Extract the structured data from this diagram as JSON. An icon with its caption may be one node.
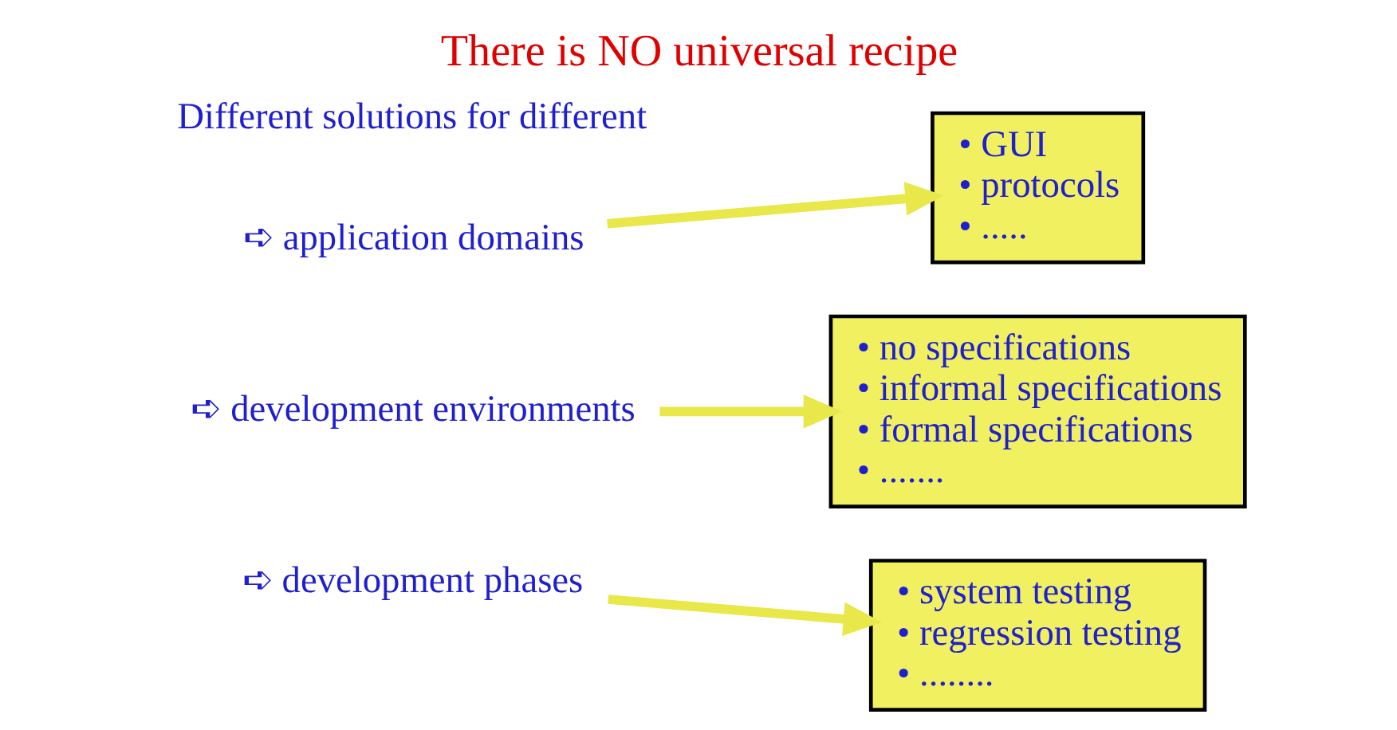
{
  "diagram": {
    "title": "There is NO universal recipe",
    "nodes": [
      {
        "text": [
          "➪ application domains"
        ]
      },
      {
        "text": [
          "➪ development environments"
        ]
      },
      {
        "text": [
          "➪ development phases"
        ]
      },
      {
        "text": [
          "• GUI",
          "• protocols",
          "• ....."
        ]
      },
      {
        "text": [
          "• no specifications",
          "• informal specifications",
          "• formal specifications",
          "• ......."
        ]
      },
      {
        "text": [
          "• system testing",
          "• regression testing",
          "• ........"
        ]
      }
    ],
    "edges": [
      {
        "from": 0,
        "to": 3,
        "arrow": "to"
      },
      {
        "from": 1,
        "to": 4,
        "arrow": "to"
      },
      {
        "from": 2,
        "to": 5,
        "arrow": "to"
      }
    ],
    "labels": [
      "Different solutions for different"
    ]
  }
}
